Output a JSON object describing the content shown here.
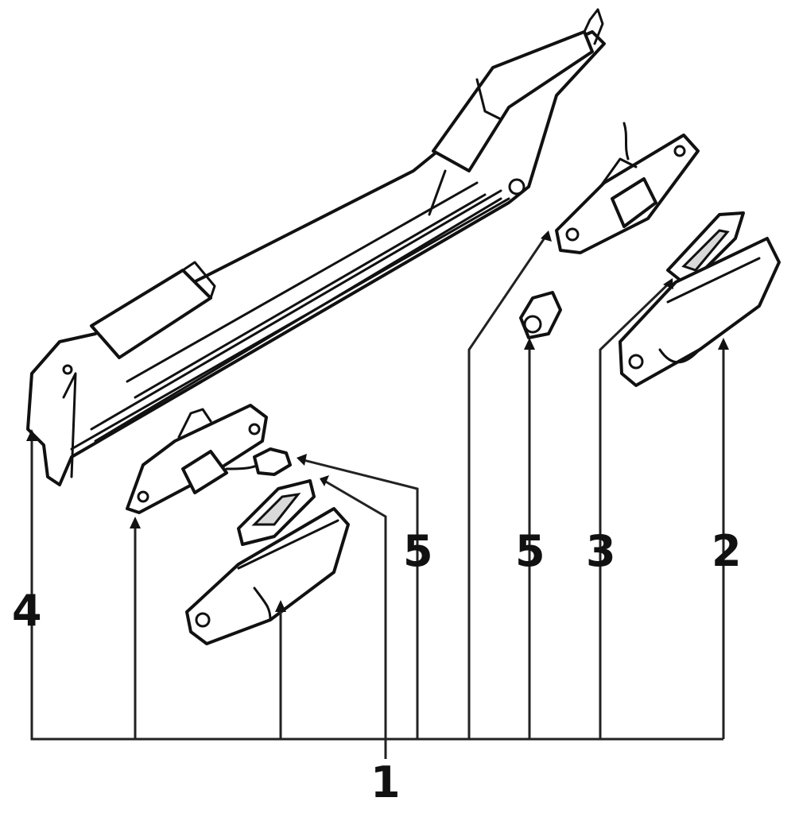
{
  "diagram": {
    "callouts": [
      {
        "id": "1",
        "text": "1"
      },
      {
        "id": "2",
        "text": "2"
      },
      {
        "id": "3",
        "text": "3"
      },
      {
        "id": "4",
        "text": "4"
      },
      {
        "id": "5a",
        "text": "5"
      },
      {
        "id": "5b",
        "text": "5"
      }
    ]
  }
}
